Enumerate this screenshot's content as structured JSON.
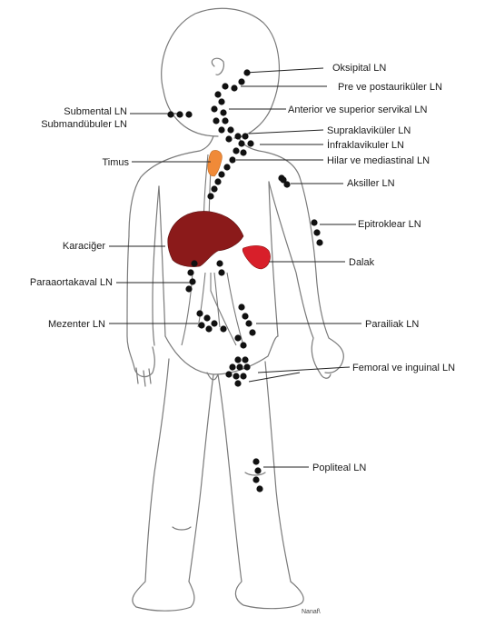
{
  "colors": {
    "outline": "#7a7a7a",
    "node": "#111111",
    "liver": "#8b1a1a",
    "spleen": "#d81f2a",
    "thymus": "#f08a38",
    "leader": "#222222"
  },
  "labels": {
    "oksipital": "Oksipital LN",
    "preauriculer": "Pre ve postauriküler LN",
    "submental": "Submental LN",
    "submandibuler": "Submandübuler LN",
    "anterior": "Anterior ve superior servikal LN",
    "supraklavikuler": "Supraklaviküler LN",
    "infraklavikuler": "İnfraklavikuler LN",
    "timus": "Timus",
    "hilar": "Hilar ve mediastinal LN",
    "aksiller": "Aksiller LN",
    "epitroklear": "Epitroklear LN",
    "karaciger": "Karaciğer",
    "dalak": "Dalak",
    "paraaortakaval": "Paraaortakaval LN",
    "mezenter": "Mezenter LN",
    "parailiak": "Parailiak LN",
    "femoral": "Femoral ve inguinal LN",
    "popliteal": "Popliteal LN",
    "signature": "Nanaf\\"
  }
}
